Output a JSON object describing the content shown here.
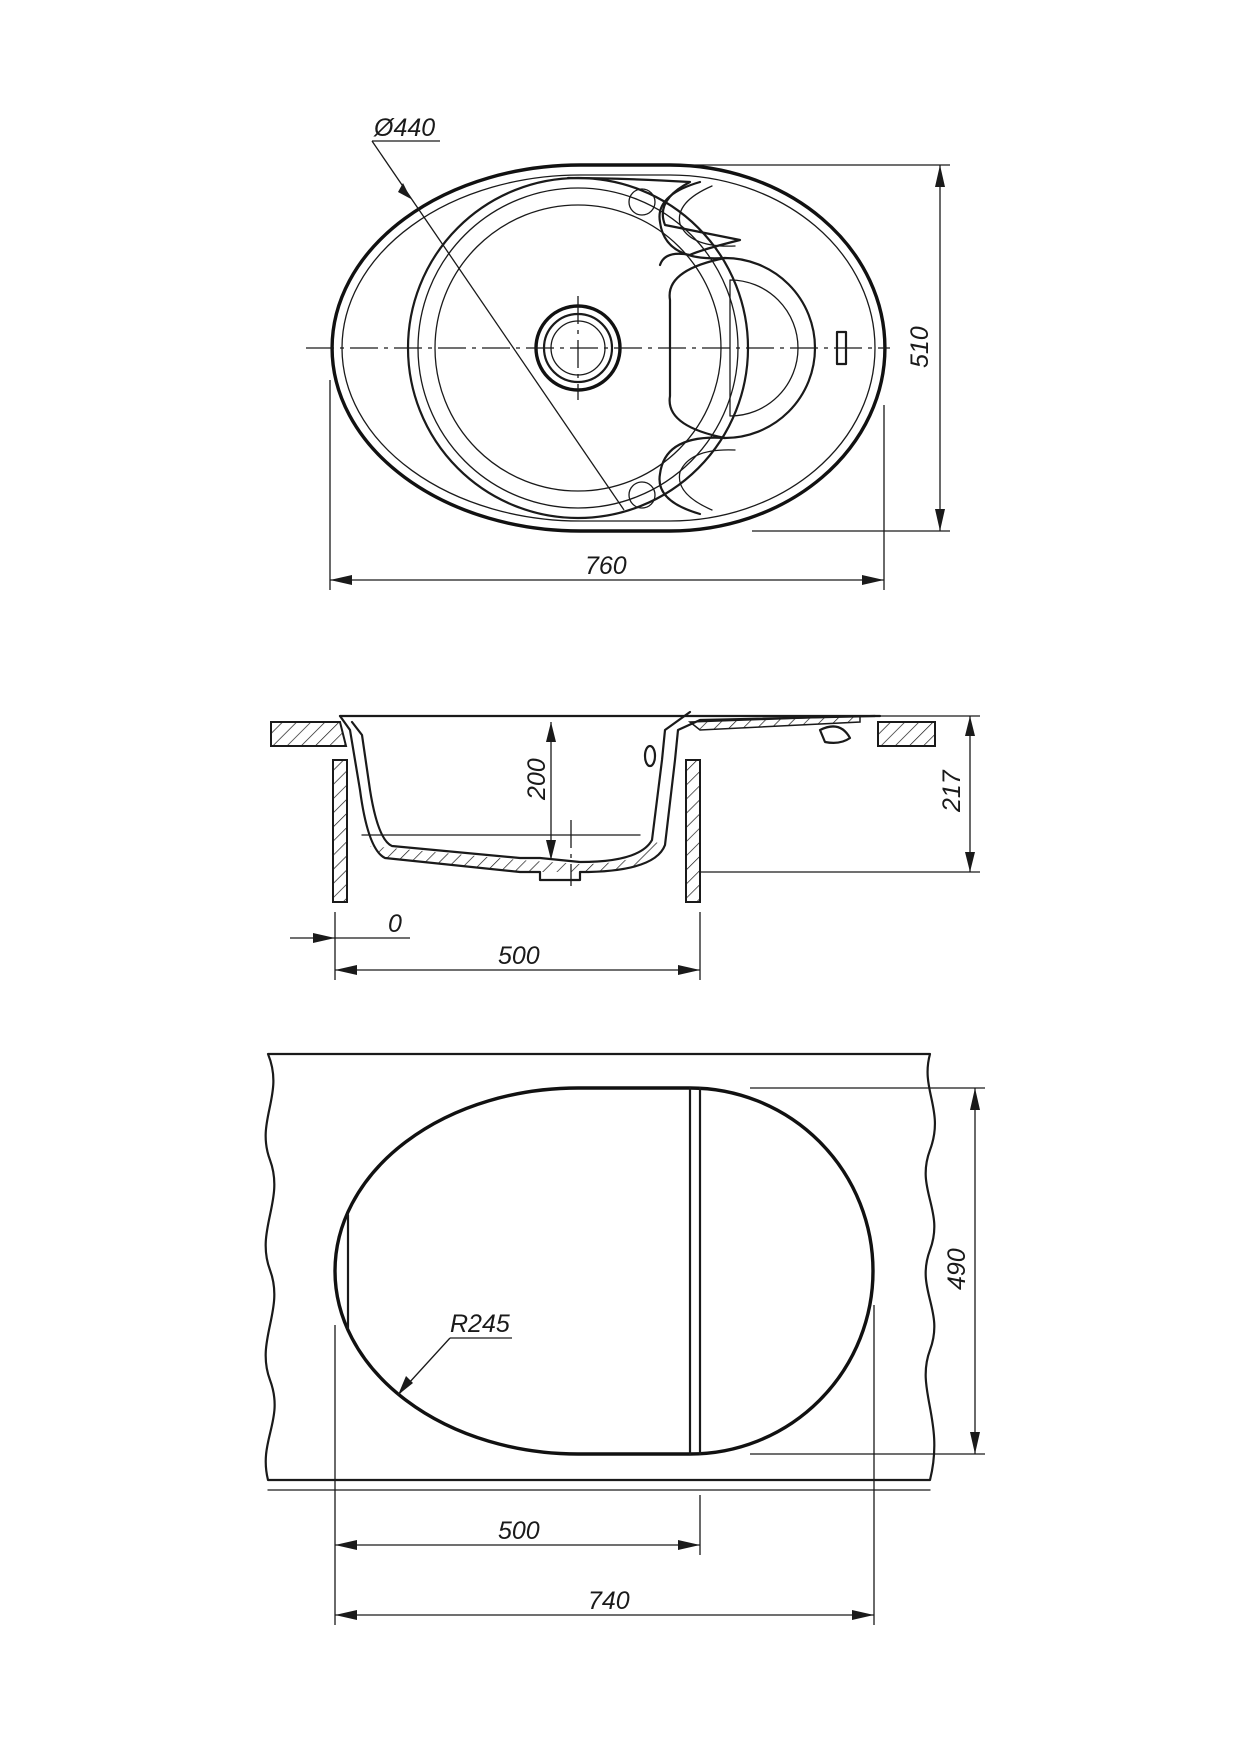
{
  "top_view": {
    "diameter_label": "Ø440",
    "width_label": "760",
    "height_label": "510"
  },
  "section_view": {
    "depth_label": "200",
    "total_depth_label": "217",
    "offset_label": "0",
    "cabinet_width_label": "500"
  },
  "cutout_view": {
    "radius_label": "R245",
    "height_label": "490",
    "cabinet_width_label": "500",
    "cutout_width_label": "740"
  },
  "colors": {
    "line": "#1a1a1a",
    "background": "#ffffff",
    "hatch": "#1a1a1a"
  }
}
